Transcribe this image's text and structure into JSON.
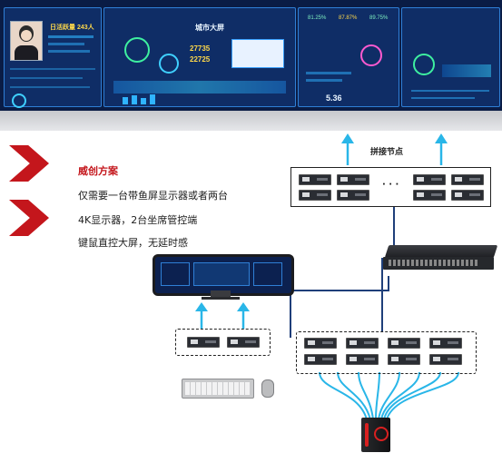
{
  "screen": {
    "wall_header": "城市大屏",
    "wall_badge": "日活跃量 243人",
    "wall_stat_1": "27735",
    "wall_stat_2": "22725",
    "wall_stat_3": "5.36",
    "wall_pct_1": "81.25%",
    "wall_pct_2": "87.87%",
    "wall_pct_3": "89.75%"
  },
  "bullets": {
    "title": "威创方案",
    "line1": "仅需要一台带鱼屏显示器或者两台",
    "line2": "4K显示器，2台坐席管控端",
    "line3": "键鼠直控大屏，无延时感"
  },
  "diagram": {
    "splice_label": "拼接节点",
    "ellipsis": "· · ·"
  },
  "colors": {
    "accent_red": "#c4161c",
    "arrow_blue": "#29b6e8",
    "line_navy": "#1f3f7a",
    "wall_bg": "#0a1c45"
  }
}
